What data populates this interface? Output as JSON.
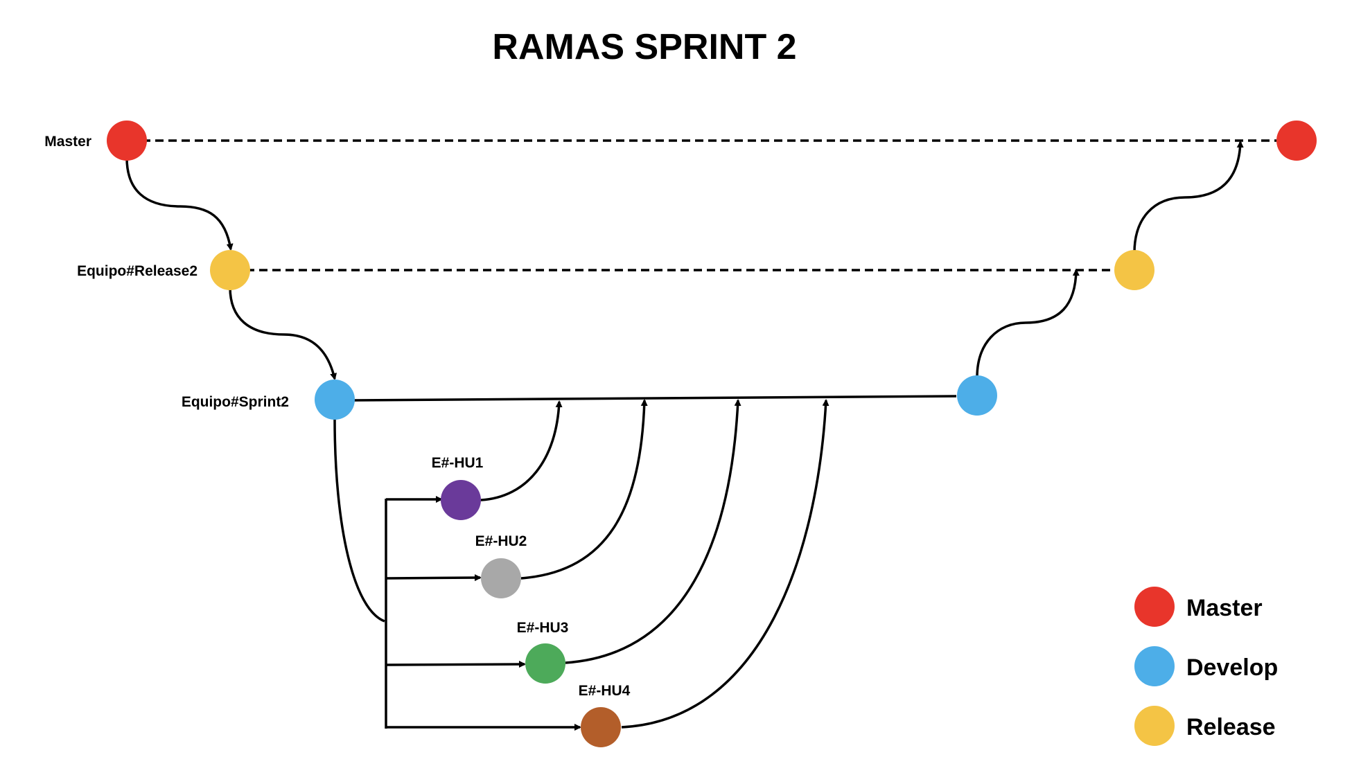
{
  "title": "RAMAS SPRINT 2",
  "branches": {
    "master": "Master",
    "release": "Equipo#Release2",
    "sprint": "Equipo#Sprint2"
  },
  "features": [
    "E#-HU1",
    "E#-HU2",
    "E#-HU3",
    "E#-HU4"
  ],
  "legend": [
    {
      "label": "Master",
      "color": "#e8352b"
    },
    {
      "label": "Develop",
      "color": "#4daee8"
    },
    {
      "label": "Release",
      "color": "#f4c445"
    }
  ],
  "colors": {
    "master": "#e8352b",
    "develop": "#4daee8",
    "release": "#f4c445",
    "hu1": "#6a3a9a",
    "hu2": "#a8a8a8",
    "hu3": "#4daa5a",
    "hu4": "#b35e2a"
  }
}
